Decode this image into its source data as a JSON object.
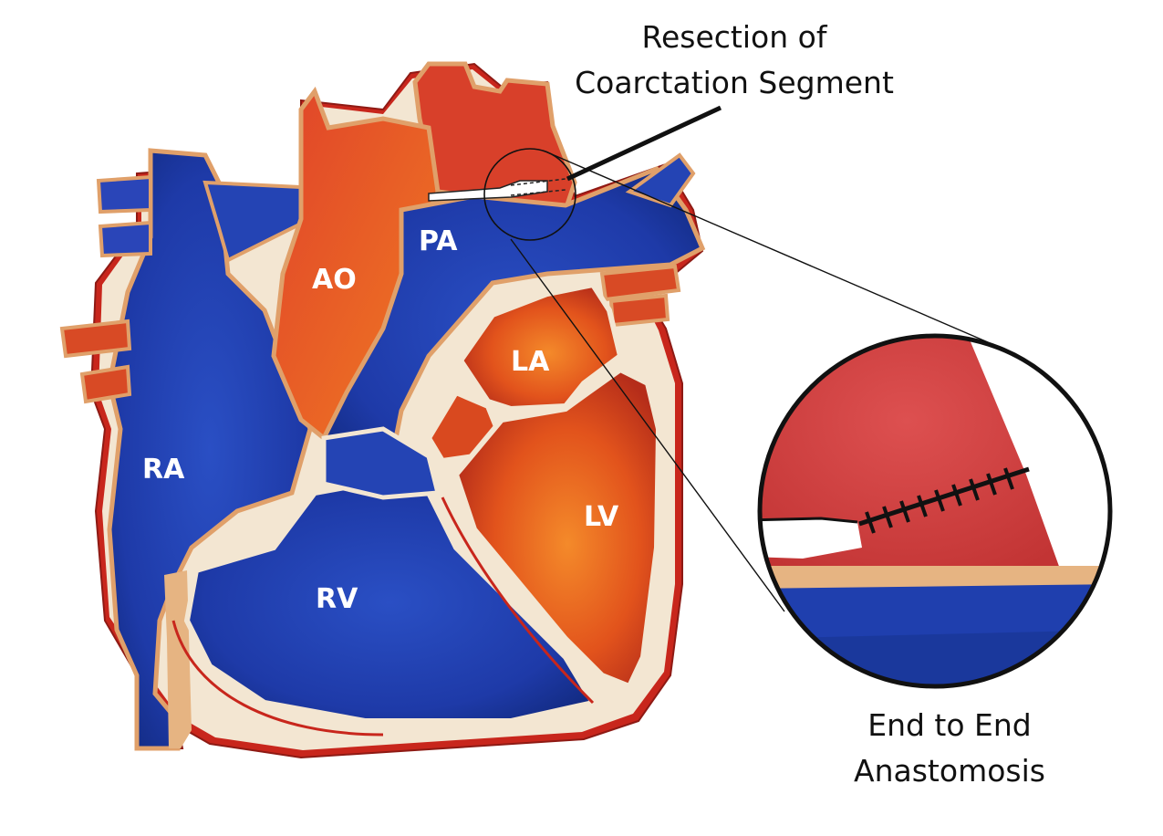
{
  "labels": {
    "resection_line1": "Resection of",
    "resection_line2": "Coarctation Segment",
    "anastomosis_line1": "End to End",
    "anastomosis_line2": "Anastomosis",
    "ao": "AO",
    "pa": "PA",
    "ra": "RA",
    "rv": "RV",
    "la": "LA",
    "lv": "LV"
  },
  "colors": {
    "venous_blue": "#1f3fae",
    "venous_blue_dark": "#0f247a",
    "arterial_red": "#d23a22",
    "arterial_orange": "#f06a1c",
    "arterial_dark": "#a8261a",
    "wall_cream": "#f3e6d2",
    "outline_tan": "#e0a06a",
    "outline_red": "#c8261c",
    "ink": "#111111"
  }
}
